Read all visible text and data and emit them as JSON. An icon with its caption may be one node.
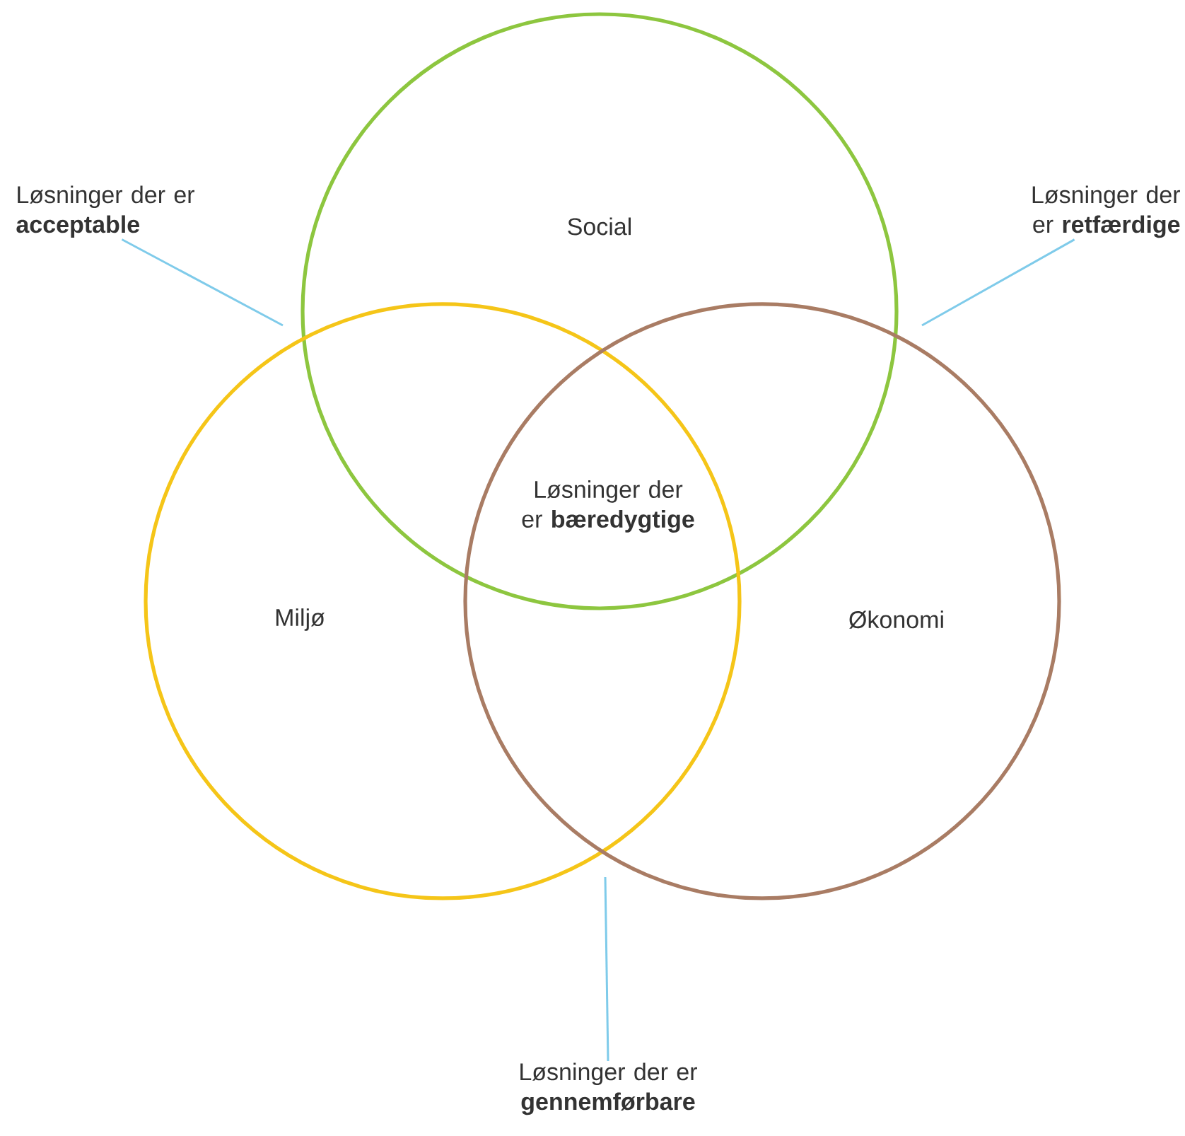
{
  "diagram": {
    "nodes": [
      {
        "text": [
          "Social"
        ]
      },
      {
        "text": [
          "Miljø"
        ]
      },
      {
        "text": [
          "Økonomi"
        ]
      },
      {
        "text": [
          "Løsninger der er **acceptable**"
        ]
      },
      {
        "text": [
          "Løsninger der er **retfærdige**"
        ]
      },
      {
        "text": [
          "Løsninger der er **gennemførbare**"
        ]
      }
    ],
    "edges": [
      {
        "from": 3,
        "to": null,
        "arrow": "none"
      },
      {
        "from": 4,
        "to": null,
        "arrow": "none"
      },
      {
        "from": 5,
        "to": null,
        "arrow": "none"
      }
    ],
    "labels": [
      "Løsninger der er **bæredygtige**"
    ]
  }
}
